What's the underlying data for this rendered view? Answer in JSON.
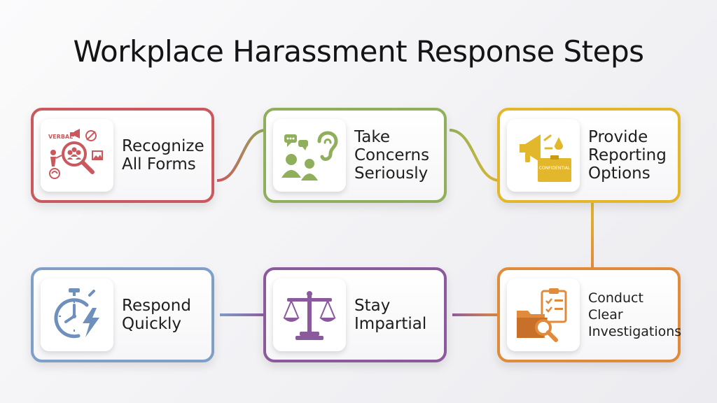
{
  "title": "Workplace Harassment Response Steps",
  "steps": [
    {
      "label": "Recognize\nAll Forms",
      "icon": "magnifier-harassment-forms-icon",
      "color": "#c9595c"
    },
    {
      "label": "Take\nConcerns\nSeriously",
      "icon": "listening-people-ear-icon",
      "color": "#8faf5c"
    },
    {
      "label": "Provide\nReporting\nOptions",
      "icon": "megaphone-confidential-box-icon",
      "color": "#e3b72c"
    },
    {
      "label": "Conduct\nClear\nInvestigations",
      "icon": "folder-clipboard-magnifier-icon",
      "color": "#e08a3c"
    },
    {
      "label": "Stay\nImpartial",
      "icon": "balance-scale-icon",
      "color": "#8b5a9c"
    },
    {
      "label": "Respond\nQuickly",
      "icon": "stopwatch-lightning-icon",
      "color": "#7f9ec8"
    }
  ],
  "icon_text": {
    "verbal": "VERBAL",
    "confidential": "CONFIDENTIAL"
  }
}
